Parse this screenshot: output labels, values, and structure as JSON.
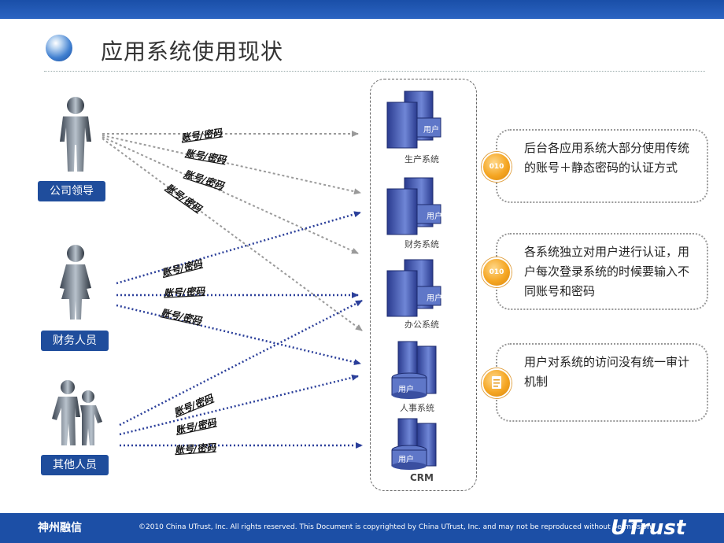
{
  "page": {
    "title": "应用系统使用现状"
  },
  "roles": [
    {
      "label": "公司领导"
    },
    {
      "label": "财务人员"
    },
    {
      "label": "其他人员"
    }
  ],
  "credential_label": "账号/密码",
  "systems": [
    {
      "label": "生产系统",
      "tag": "用户"
    },
    {
      "label": "财务系统",
      "tag": "用户"
    },
    {
      "label": "办公系统",
      "tag": "用户"
    },
    {
      "label": "人事系统",
      "tag": "用户"
    },
    {
      "label": "CRM",
      "tag": "用户"
    }
  ],
  "notes": [
    {
      "text": "后台各应用系统大部分使用传统的账号＋静态密码的认证方式",
      "icon": "010",
      "icon_name": "badge-icon"
    },
    {
      "text": "各系统独立对用户进行认证，用户每次登录系统的时候要输入不同账号和密码",
      "icon": "010",
      "icon_name": "badge-icon"
    },
    {
      "text": "用户对系统的访问没有统一审计机制",
      "icon": "",
      "icon_name": "document-icon"
    }
  ],
  "footer": {
    "logo_text": "神州融信",
    "copyright": "©2010  China UTrust, Inc. All rights reserved. This Document is copyrighted by China UTrust, Inc. and may not be reproduced without permission.",
    "brand": "UTrust"
  },
  "colors": {
    "accent": "#1f4d9c",
    "gray_arrow": "#9a9a9a",
    "blue_arrow": "#2b3f9a",
    "note_icon": "#f5a623"
  }
}
